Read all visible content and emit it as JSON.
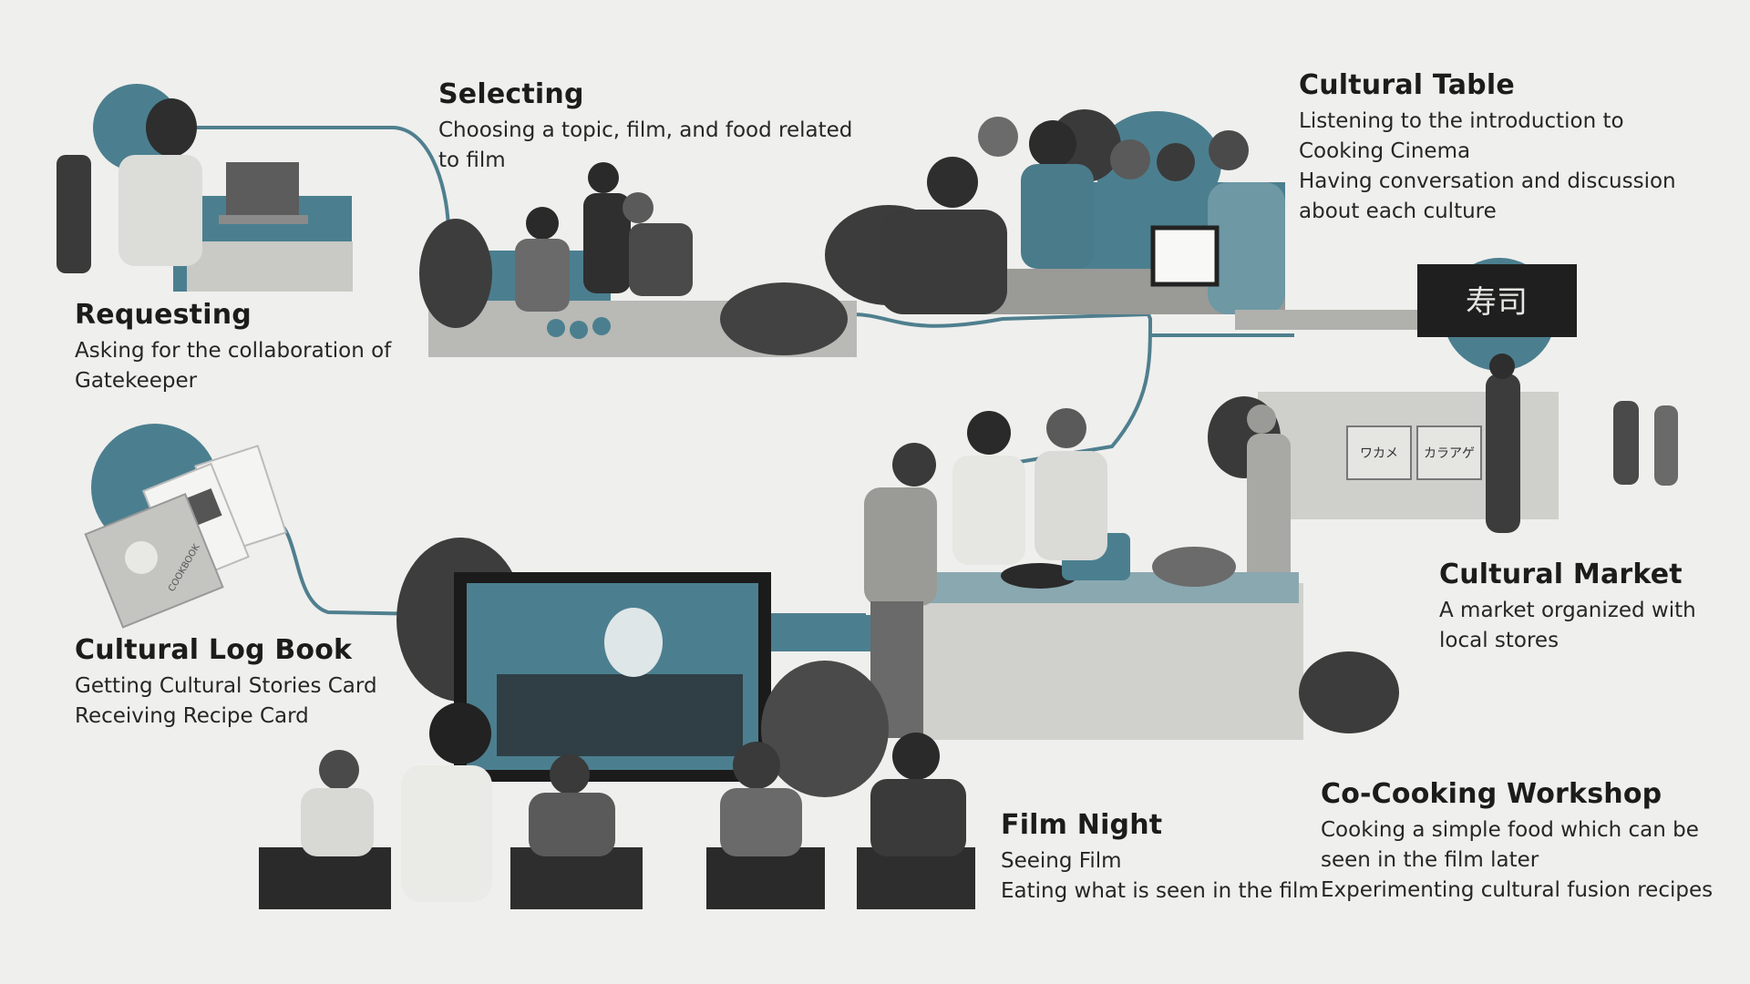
{
  "colors": {
    "background": "#efefed",
    "accent_teal": "#4b7f8f",
    "connector": "#4f7f8e",
    "photo_dark": "#3a3a3a",
    "photo_mid": "#8a8a8a",
    "photo_light": "#cfcfcb"
  },
  "steps": [
    {
      "id": "requesting",
      "title": "Requesting",
      "lines": [
        "Asking for the collaboration of",
        "Gatekeeper"
      ]
    },
    {
      "id": "selecting",
      "title": "Selecting",
      "lines": [
        "Choosing a topic, film, and food related",
        "to film"
      ]
    },
    {
      "id": "cultural_table",
      "title": "Cultural Table",
      "lines": [
        "Listening to the introduction to",
        "Cooking Cinema",
        "Having conversation and discussion",
        "about each culture"
      ]
    },
    {
      "id": "cultural_market",
      "title": "Cultural Market",
      "lines": [
        "A market organized with",
        "local stores"
      ]
    },
    {
      "id": "co_cooking",
      "title": "Co-Cooking Workshop",
      "lines": [
        "Cooking a simple food which can be",
        "seen in the film later",
        "Experimenting cultural fusion recipes"
      ]
    },
    {
      "id": "film_night",
      "title": "Film Night",
      "lines": [
        "Seeing Film",
        "Eating what is seen in the film"
      ]
    },
    {
      "id": "log_book",
      "title": "Cultural Log Book",
      "lines": [
        "Getting Cultural Stories Card",
        "Receiving Recipe Card"
      ]
    }
  ],
  "illustrations": {
    "market_sign": "寿司",
    "market_box_1": "ワカメ",
    "market_box_2": "カラアゲ",
    "book_cover": "COOKBOOK"
  }
}
